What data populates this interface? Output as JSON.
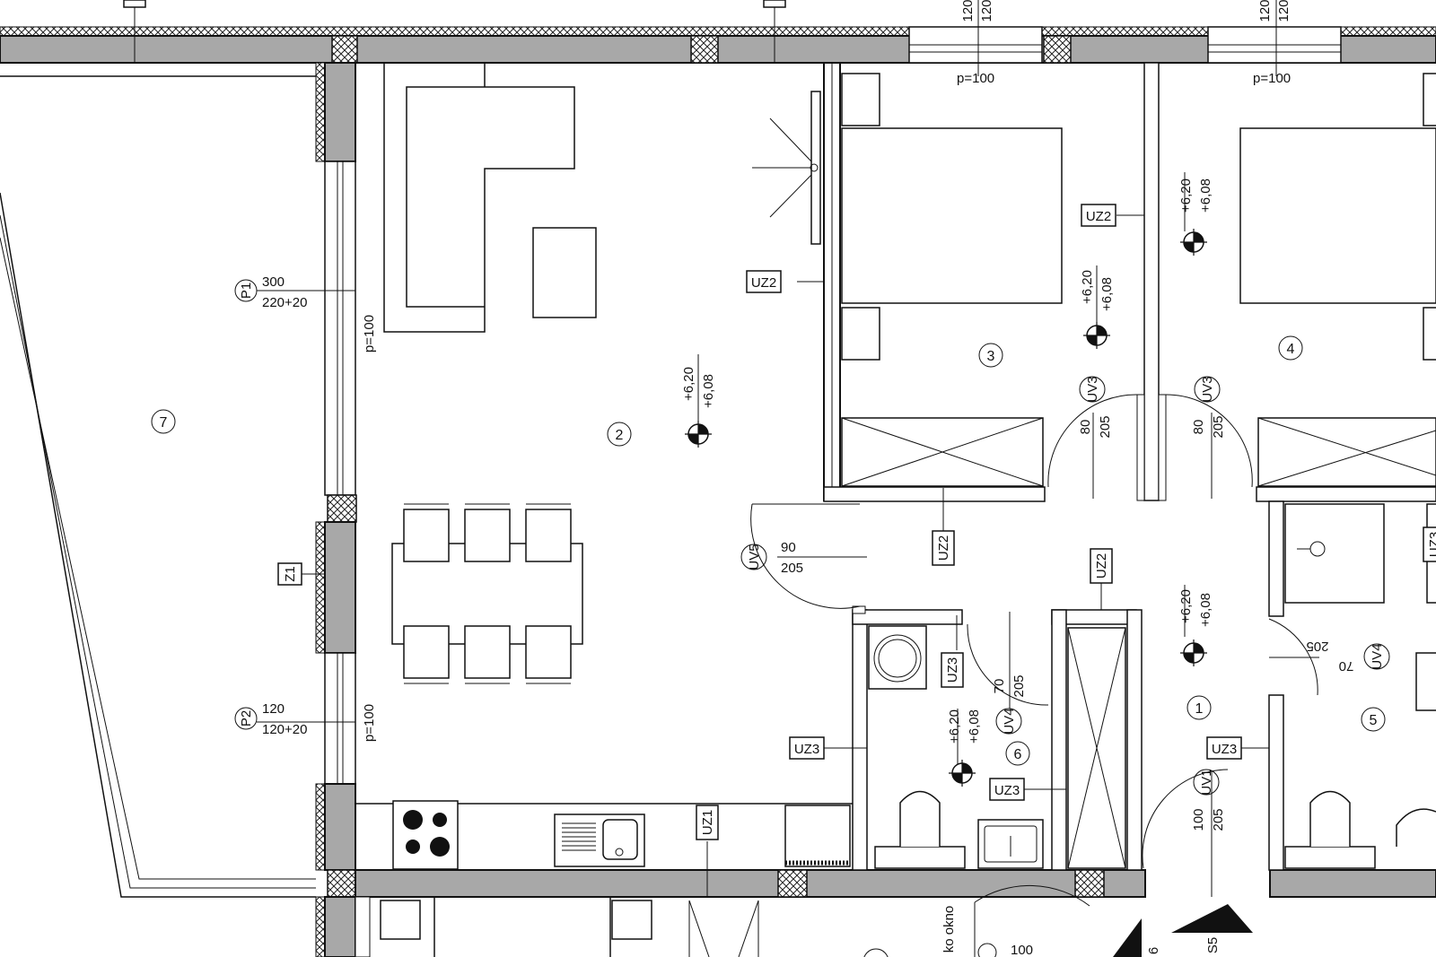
{
  "rooms": {
    "r1": "1",
    "r2": "2",
    "r3": "3",
    "r4": "4",
    "r5": "5",
    "r6": "6",
    "r7": "7"
  },
  "windows": {
    "p1_tag": "P1",
    "p1_w": "300",
    "p1_h": "220+20",
    "p2_tag": "P2",
    "p2_w": "120",
    "p2_h": "120+20",
    "z1_tag": "Z1",
    "sill": "p=100",
    "top_w": "120",
    "top_h": "120"
  },
  "doors": {
    "uv1": "UV1",
    "uv3": "UV3",
    "uv4": "UV4",
    "uv5": "UV5",
    "w90": "90",
    "w80": "80",
    "w70": "70",
    "w100": "100",
    "h205": "205"
  },
  "tags": {
    "uz1": "UZ1",
    "uz2": "UZ2",
    "uz3": "UZ3"
  },
  "levels": {
    "top": "+6,20",
    "bottom": "+6,08"
  },
  "notes": {
    "section": "S5",
    "okno": "ko okno",
    "six": "6"
  }
}
